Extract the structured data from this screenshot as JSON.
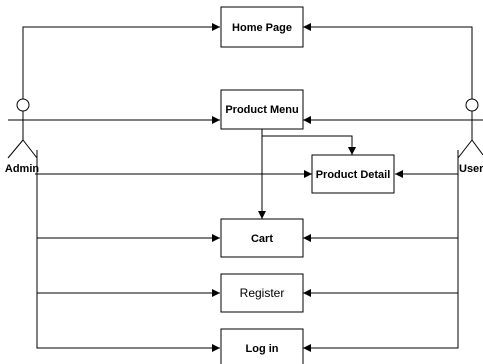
{
  "diagram": {
    "actors": [
      {
        "id": "admin",
        "label": "Admin"
      },
      {
        "id": "user",
        "label": "User"
      }
    ],
    "nodes": [
      {
        "id": "home",
        "label": "Home Page",
        "bold": true
      },
      {
        "id": "menu",
        "label": "Product Menu",
        "bold": true
      },
      {
        "id": "detail",
        "label": "Product Detail",
        "bold": true
      },
      {
        "id": "cart",
        "label": "Cart",
        "bold": true
      },
      {
        "id": "register",
        "label": "Register",
        "bold": false
      },
      {
        "id": "login",
        "label": "Log in",
        "bold": true
      }
    ],
    "edges": [
      {
        "from": "admin",
        "to": "home"
      },
      {
        "from": "admin",
        "to": "menu"
      },
      {
        "from": "admin",
        "to": "detail"
      },
      {
        "from": "admin",
        "to": "cart"
      },
      {
        "from": "admin",
        "to": "register"
      },
      {
        "from": "admin",
        "to": "login"
      },
      {
        "from": "user",
        "to": "home"
      },
      {
        "from": "user",
        "to": "menu"
      },
      {
        "from": "user",
        "to": "detail"
      },
      {
        "from": "user",
        "to": "cart"
      },
      {
        "from": "user",
        "to": "register"
      },
      {
        "from": "user",
        "to": "login"
      },
      {
        "from": "menu",
        "to": "detail"
      },
      {
        "from": "menu",
        "to": "cart"
      }
    ]
  }
}
